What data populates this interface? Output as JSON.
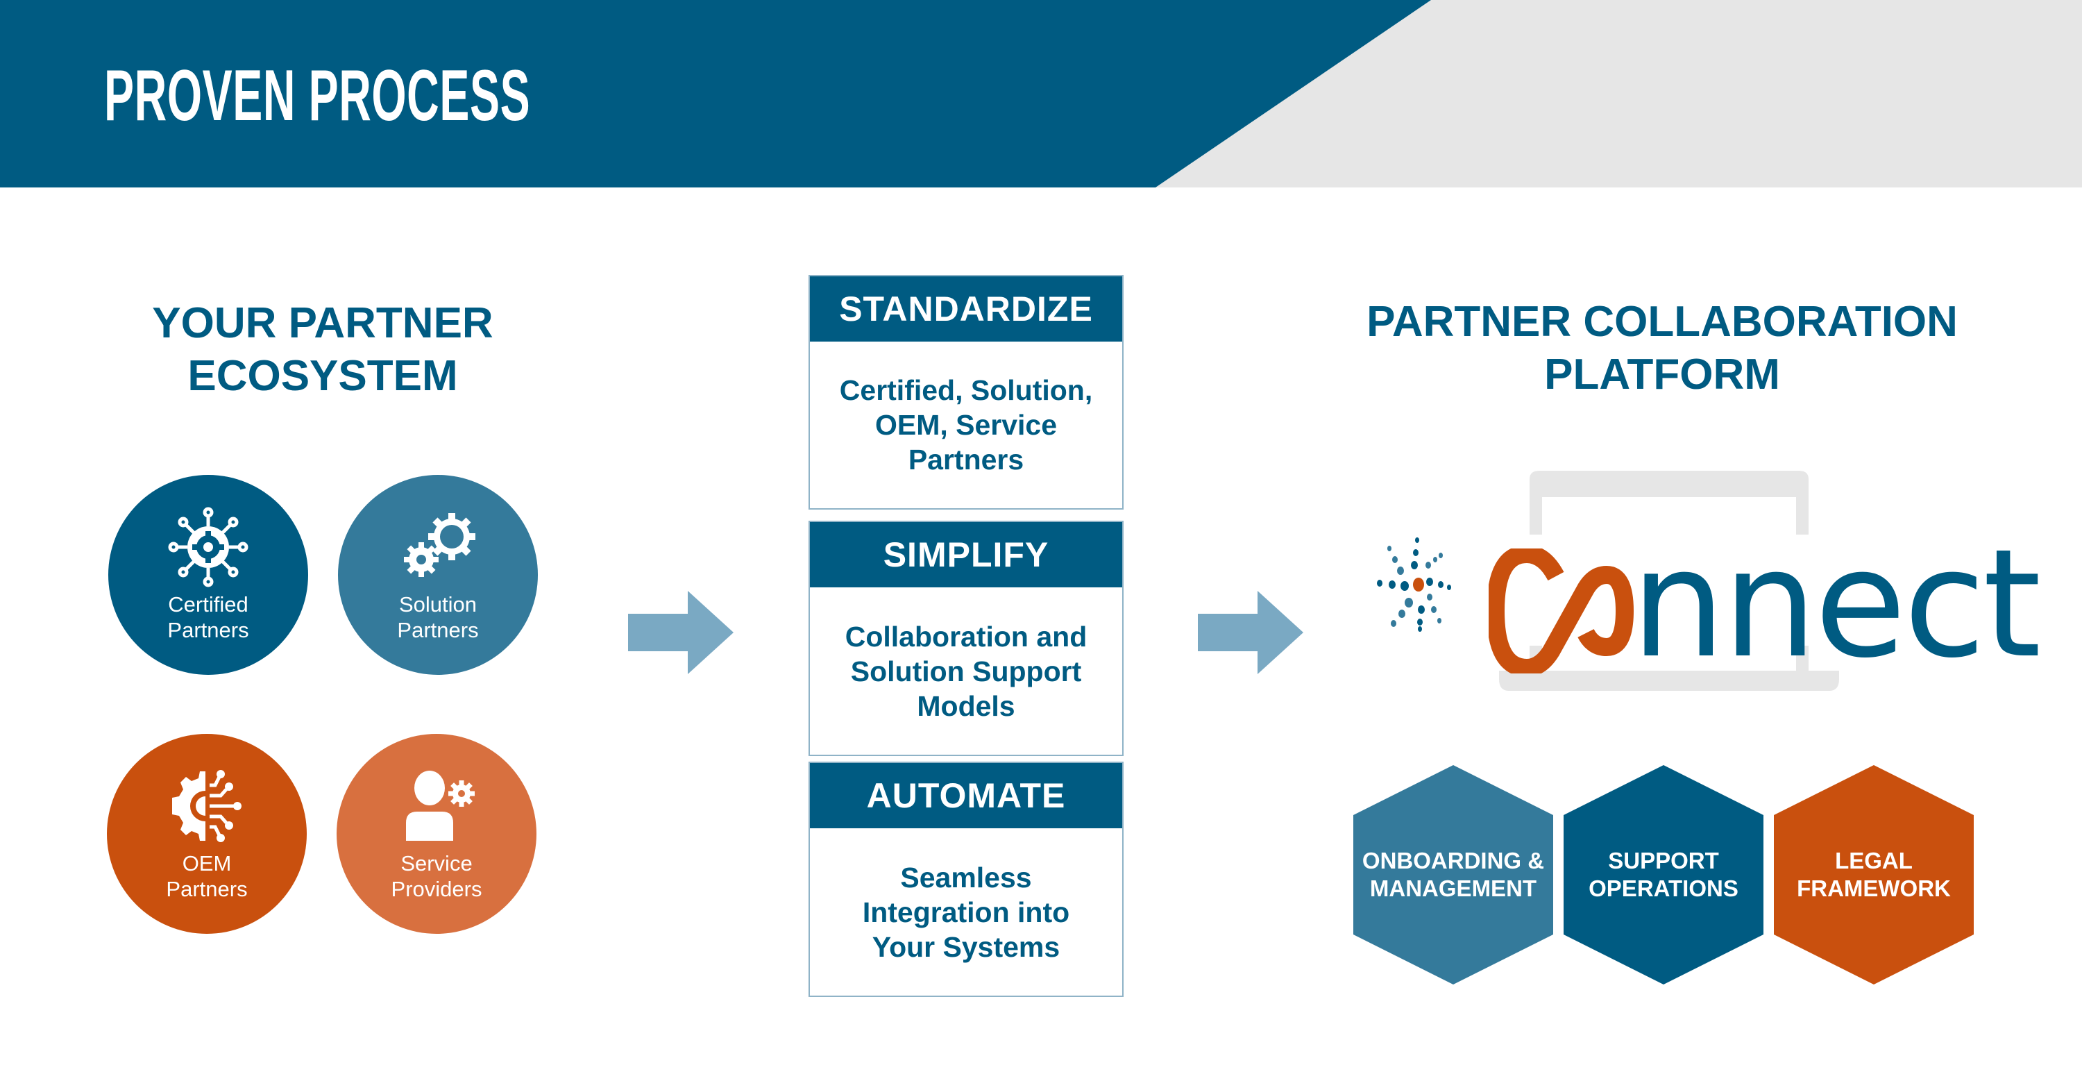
{
  "header": {
    "title": "PROVEN PROCESS",
    "colors": {
      "band": "#005b82",
      "band_right": "#e6e6e6",
      "title_text": "#ffffff"
    }
  },
  "left_panel": {
    "title_line1": "YOUR PARTNER",
    "title_line2": "ECOSYSTEM",
    "partners": [
      {
        "line1": "Certified",
        "line2": "Partners",
        "icon": "network-gear-icon",
        "color": "#005b82"
      },
      {
        "line1": "Solution",
        "line2": "Partners",
        "icon": "gears-icon",
        "color": "#347a9b"
      },
      {
        "line1": "OEM",
        "line2": "Partners",
        "icon": "gear-circuit-icon",
        "color": "#c9500e"
      },
      {
        "line1": "Service",
        "line2": "Providers",
        "icon": "user-gear-icon",
        "color": "#d8703f"
      }
    ]
  },
  "steps": [
    {
      "title": "STANDARDIZE",
      "lines": [
        "Certified, Solution,",
        "OEM, Service",
        "Partners"
      ]
    },
    {
      "title": "SIMPLIFY",
      "lines": [
        "Collaboration and",
        "Solution Support",
        "Models"
      ]
    },
    {
      "title": "AUTOMATE",
      "lines": [
        "Seamless",
        "Integration into",
        "Your Systems"
      ]
    }
  ],
  "arrows": {
    "color": "#7aa9c3"
  },
  "right_panel": {
    "title_line1": "PARTNER COLLABORATION",
    "title_line2": "PLATFORM",
    "logo_text": "nnect",
    "logo_full_name": "connect",
    "pillars": [
      {
        "line1": "ONBOARDING &",
        "line2": "MANAGEMENT",
        "color": "#347a9b"
      },
      {
        "line1": "SUPPORT",
        "line2": "OPERATIONS",
        "color": "#005b82"
      },
      {
        "line1": "LEGAL",
        "line2": "FRAMEWORK",
        "color": "#c9500e"
      }
    ]
  }
}
